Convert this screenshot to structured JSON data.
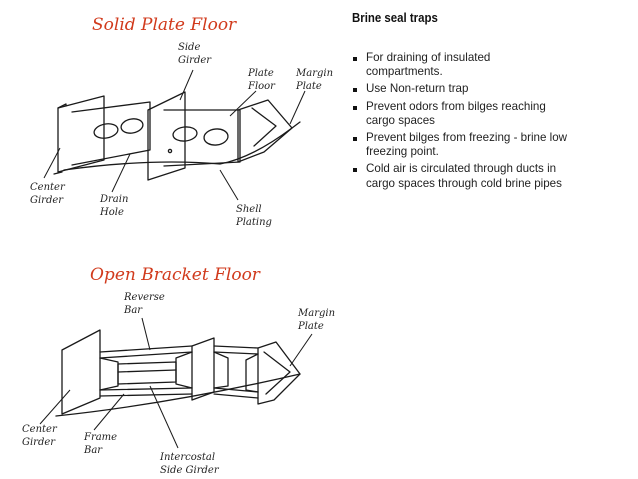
{
  "top_diagram": {
    "title": "Solid Plate Floor",
    "labels": {
      "side_girder": [
        "Side",
        "Girder"
      ],
      "plate_floor": [
        "Plate",
        "Floor"
      ],
      "margin_plate": [
        "Margin",
        "Plate"
      ],
      "center_girder": [
        "Center",
        "Girder"
      ],
      "drain_hole": [
        "Drain",
        "Hole"
      ],
      "shell_plating": [
        "Shell",
        "Plating"
      ]
    }
  },
  "bottom_diagram": {
    "title": "Open Bracket Floor",
    "labels": {
      "reverse_bar": [
        "Reverse",
        "Bar"
      ],
      "margin_plate": [
        "Margin",
        "Plate"
      ],
      "center_girder": [
        "Center",
        "Girder"
      ],
      "frame_bar": [
        "Frame",
        "Bar"
      ],
      "intercostal_side_girder": [
        "Intercostal",
        "Side Girder"
      ]
    }
  },
  "text_panel": {
    "heading": "Brine seal traps",
    "items": [
      [
        "For draining of insulated",
        "compartments."
      ],
      [
        "Use Non-return trap"
      ],
      [
        "Prevent odors from bilges reaching",
        "cargo spaces"
      ],
      [
        "Prevent bilges from freezing - brine low",
        "freezing point."
      ],
      [
        "Cold air is circulated through ducts in",
        "cargo spaces through cold brine pipes"
      ]
    ]
  }
}
